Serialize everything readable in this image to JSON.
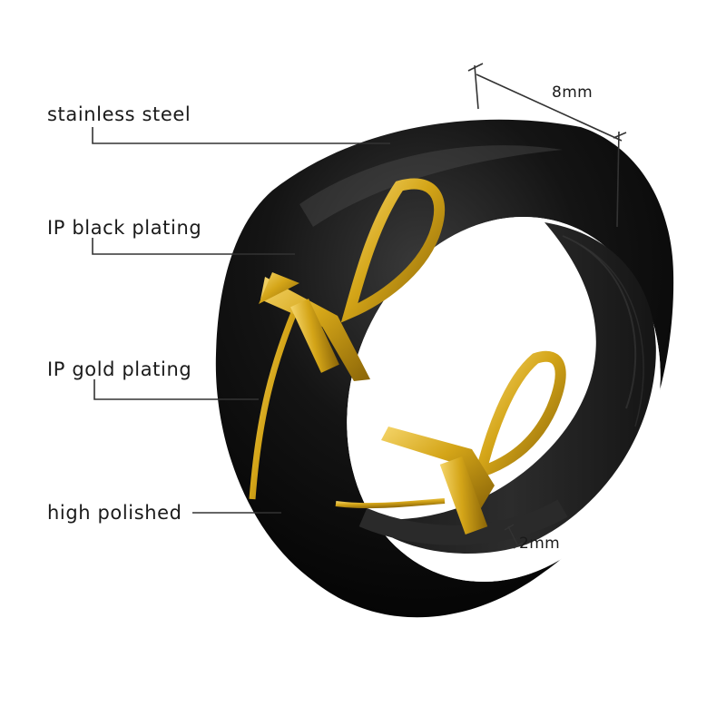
{
  "callouts": {
    "stainless_steel": "stainless steel",
    "ip_black_plating": "IP black plating",
    "ip_gold_plating": "IP gold plating",
    "high_polished": "high polished"
  },
  "dimensions": {
    "width": "8mm",
    "thickness": "2mm"
  },
  "colors": {
    "ring_black": "#0c0c0c",
    "gold": "#d4a518",
    "line": "#333333"
  },
  "motif": "ankh"
}
